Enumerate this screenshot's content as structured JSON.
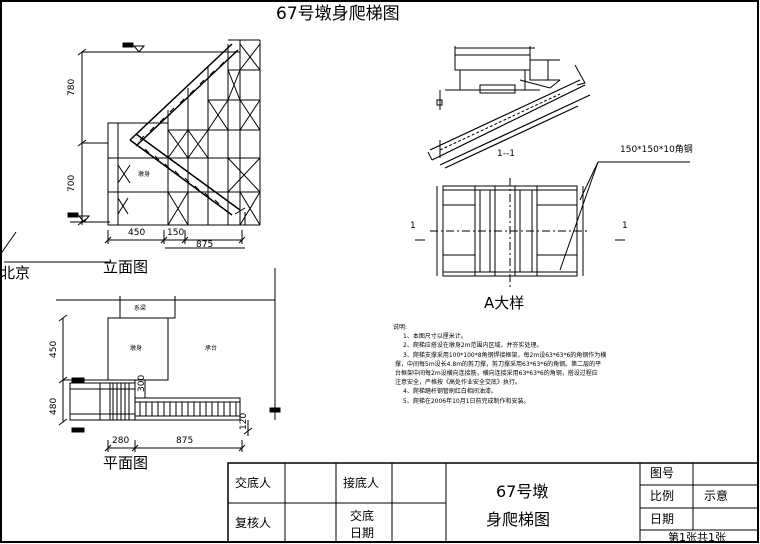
{
  "title": "67号墩身爬梯图",
  "elevation": {
    "label": "立面图",
    "dim_v1": "780",
    "dim_v2": "700",
    "dim_h1": "450",
    "dim_h2": "150",
    "dim_h3": "875",
    "pier_label": "墩身",
    "left_fragment": "北京"
  },
  "plan": {
    "label": "平面图",
    "box_top": "系梁",
    "box_pier": "墩身",
    "box_cap": "承台",
    "dim_v1": "450",
    "dim_v2": "480",
    "dim_inner": "300",
    "dim_h1": "280",
    "dim_h2": "875",
    "dim_right": "120"
  },
  "detail": {
    "label": "A大样",
    "section": "1--1",
    "angle_label": "150*150*10角钢",
    "cut_mark": "1"
  },
  "notes": {
    "heading": "说明:",
    "items": [
      "1、本图尺寸以厘米计。",
      "2、爬梯应搭设在墩身2m范围内区域，并夯实处理。",
      "3、爬梯支撑采用100*100*8角钢焊接框架，每2m设63*63*6的角钢作为横",
      "撑，中间每5m设长4.8m的剪刀撑，剪刀撑采用63*63*6的角钢。第二层的平",
      "台框架中间每2m设横向连接筋，横向连接采用63*63*6的角钢，搭设过程应",
      "注意安全，严格按《高处作业安全交底》执行。",
      "4、爬梯踏杆钢管刷红白相间油漆。",
      "5、爬梯在2006年10月1日前完成制作和安装。"
    ]
  },
  "titleblock": {
    "handover": "交底人",
    "receiver": "接底人",
    "reviewer": "复核人",
    "date_label_1": "交底",
    "date_label_2": "日期",
    "drawing_title_1": "67号墩",
    "drawing_title_2": "身爬梯图",
    "drawing_no": "图号",
    "scale": "比例",
    "scale_value": "示意",
    "date": "日期",
    "sheet": "第1张共1张"
  }
}
